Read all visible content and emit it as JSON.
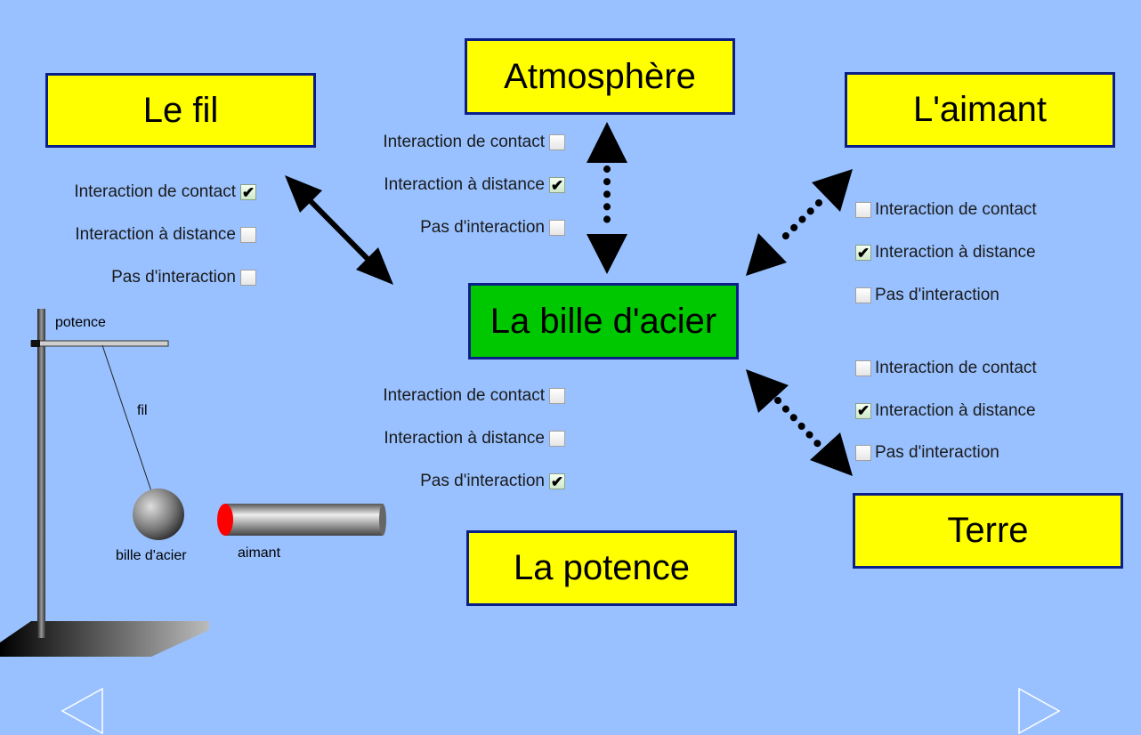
{
  "center": {
    "label": "La bille d'acier"
  },
  "boxes": {
    "fil": "Le fil",
    "atmosphere": "Atmosphère",
    "aimant": "L'aimant",
    "potence": "La potence",
    "terre": "Terre"
  },
  "options": {
    "contact": "Interaction de contact",
    "distance": "Interaction à distance",
    "none": "Pas d'interaction"
  },
  "answers": {
    "fil": [
      "✔",
      "",
      ""
    ],
    "atmosphere": [
      "",
      "✔",
      ""
    ],
    "aimant": [
      "",
      "✔",
      ""
    ],
    "potence": [
      "",
      "",
      "✔"
    ],
    "terre": [
      "",
      "✔",
      ""
    ]
  },
  "apparatus": {
    "potence": "potence",
    "fil": "fil",
    "bille": "bille d'acier",
    "aimant": "aimant"
  },
  "colors": {
    "background": "#99c1ff",
    "box": "#ffff00",
    "center_box": "#00c800",
    "border": "#0b1f8a",
    "arrow": "#000000",
    "magnet_pole": "#ff0000"
  }
}
